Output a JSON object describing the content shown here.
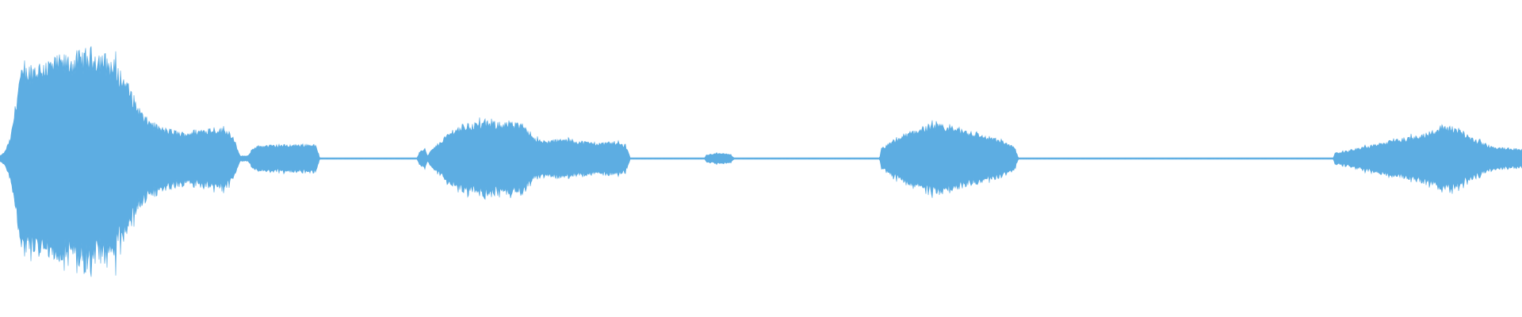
{
  "waveform": {
    "color": "#5DADE2",
    "background": "#FFFFFF",
    "duration_fraction_unit": "fraction_of_total",
    "baseline_amplitude": 0.006,
    "envelope": [
      [
        0.0,
        0.02
      ],
      [
        0.003,
        0.05
      ],
      [
        0.007,
        0.16
      ],
      [
        0.01,
        0.4
      ],
      [
        0.013,
        0.65
      ],
      [
        0.02,
        0.72
      ],
      [
        0.035,
        0.76
      ],
      [
        0.05,
        0.8
      ],
      [
        0.062,
        0.84
      ],
      [
        0.068,
        0.8
      ],
      [
        0.075,
        0.74
      ],
      [
        0.083,
        0.6
      ],
      [
        0.09,
        0.42
      ],
      [
        0.095,
        0.32
      ],
      [
        0.105,
        0.24
      ],
      [
        0.12,
        0.2
      ],
      [
        0.13,
        0.22
      ],
      [
        0.14,
        0.24
      ],
      [
        0.15,
        0.22
      ],
      [
        0.154,
        0.16
      ],
      [
        0.156,
        0.06
      ],
      [
        0.158,
        0.02
      ],
      [
        0.163,
        0.02
      ],
      [
        0.166,
        0.08
      ],
      [
        0.17,
        0.1
      ],
      [
        0.2,
        0.11
      ],
      [
        0.207,
        0.11
      ],
      [
        0.209,
        0.05
      ],
      [
        0.21,
        0.006
      ],
      [
        0.274,
        0.006
      ],
      [
        0.276,
        0.06
      ],
      [
        0.279,
        0.08
      ],
      [
        0.281,
        0.02
      ],
      [
        0.283,
        0.06
      ],
      [
        0.29,
        0.14
      ],
      [
        0.297,
        0.22
      ],
      [
        0.305,
        0.26
      ],
      [
        0.315,
        0.28
      ],
      [
        0.33,
        0.28
      ],
      [
        0.345,
        0.26
      ],
      [
        0.35,
        0.18
      ],
      [
        0.355,
        0.13
      ],
      [
        0.37,
        0.15
      ],
      [
        0.385,
        0.13
      ],
      [
        0.395,
        0.12
      ],
      [
        0.405,
        0.13
      ],
      [
        0.411,
        0.1
      ],
      [
        0.413,
        0.05
      ],
      [
        0.414,
        0.006
      ],
      [
        0.463,
        0.006
      ],
      [
        0.464,
        0.03
      ],
      [
        0.47,
        0.04
      ],
      [
        0.48,
        0.035
      ],
      [
        0.482,
        0.006
      ],
      [
        0.578,
        0.006
      ],
      [
        0.579,
        0.08
      ],
      [
        0.585,
        0.12
      ],
      [
        0.593,
        0.18
      ],
      [
        0.605,
        0.24
      ],
      [
        0.615,
        0.26
      ],
      [
        0.628,
        0.24
      ],
      [
        0.64,
        0.2
      ],
      [
        0.652,
        0.16
      ],
      [
        0.662,
        0.12
      ],
      [
        0.667,
        0.08
      ],
      [
        0.669,
        0.006
      ],
      [
        0.876,
        0.006
      ],
      [
        0.877,
        0.04
      ],
      [
        0.885,
        0.06
      ],
      [
        0.9,
        0.1
      ],
      [
        0.915,
        0.14
      ],
      [
        0.93,
        0.17
      ],
      [
        0.942,
        0.22
      ],
      [
        0.948,
        0.26
      ],
      [
        0.955,
        0.24
      ],
      [
        0.962,
        0.2
      ],
      [
        0.97,
        0.14
      ],
      [
        0.975,
        0.12
      ],
      [
        0.98,
        0.09
      ],
      [
        0.99,
        0.08
      ],
      [
        1.0,
        0.07
      ]
    ]
  }
}
